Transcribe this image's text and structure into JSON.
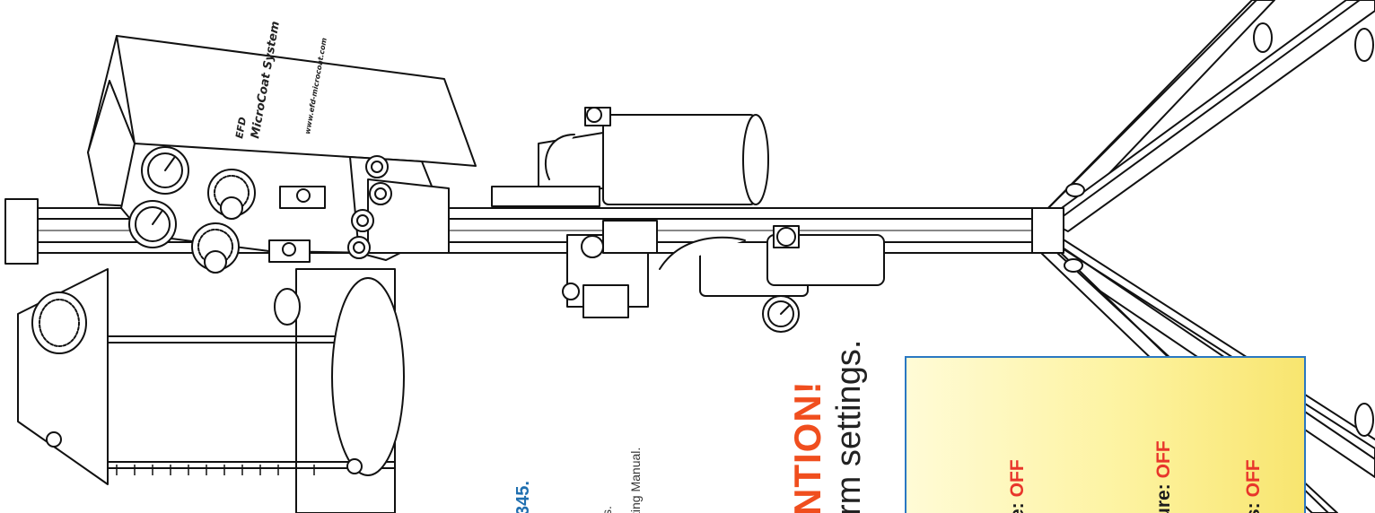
{
  "brand": {
    "logo_text": "EFD",
    "product_name": "MicroCoat System",
    "website": "www.efd-microcoat.com"
  },
  "callout": {
    "part_number_fragment": "345.",
    "line_fragment_1": "s.",
    "line_fragment_2": "ting Manual."
  },
  "attention": {
    "heading_fragment": "NTION!",
    "subline_fragment": "rm settings."
  },
  "warning_box": {
    "settings": [
      {
        "label": "e:",
        "value": "OFF"
      },
      {
        "label": "ure:",
        "value": "OFF"
      },
      {
        "label": "s:",
        "value": "OFF"
      }
    ]
  },
  "colors": {
    "attention_orange": "#f04e1e",
    "part_number_blue": "#1f6fb0",
    "box_border_blue": "#2a78c2",
    "box_fill_yellow": "#fdf3a0",
    "value_red": "#e8352b"
  },
  "icons": [
    "pressure-gauge-icon",
    "regulator-knob-icon",
    "toggle-switch-icon",
    "solenoid-valve-icon",
    "tripod-leg-icon"
  ]
}
